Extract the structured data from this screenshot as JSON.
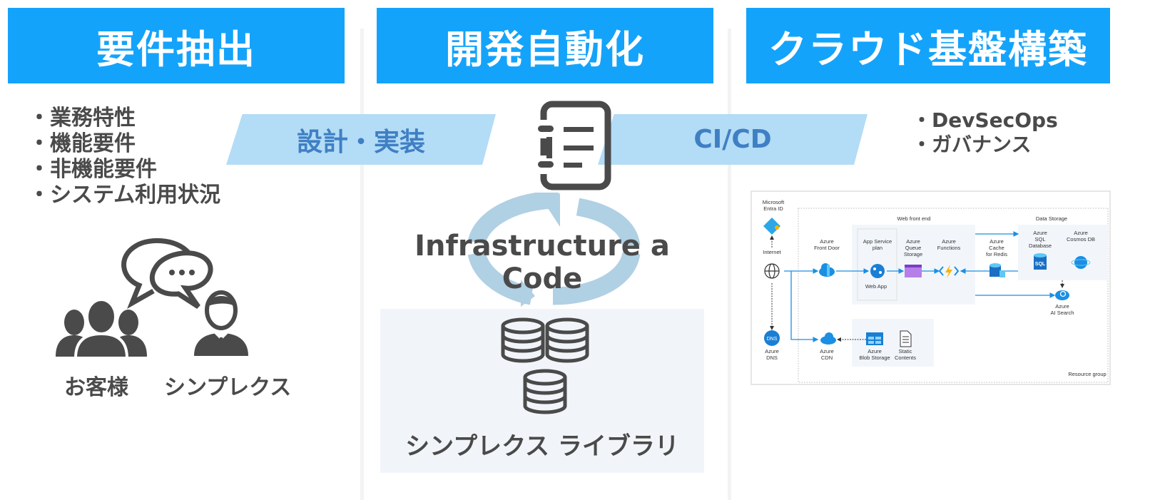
{
  "headers": [
    "要件抽出",
    "開発自動化",
    "クラウド基盤構築"
  ],
  "requirements": [
    "・業務特性",
    "・機能要件",
    "・非機能要件",
    "・システム利用状況"
  ],
  "banners": {
    "design": "設計・実装",
    "cicd": "CI/CD"
  },
  "people": {
    "customer": "お客様",
    "simplex": "シンプレクス"
  },
  "iac": "Infrastructure a Code",
  "library": "シンプレクス ライブラリ",
  "cloud_items": [
    "・DevSecOps",
    "・ガバナンス"
  ],
  "colors": {
    "header": "#14a3fb",
    "banner": "#b3dcf6",
    "banner_text": "#3f7fc4",
    "azure": "#1a8fe3"
  },
  "azure": {
    "entra": [
      "Microsoft",
      "Entra ID"
    ],
    "internet": "Internet",
    "dns": [
      "Azure",
      "DNS"
    ],
    "dns_icon": "DNS",
    "web_front_end": "Web front end",
    "front_door": [
      "Azure",
      "Front Door"
    ],
    "app_service": [
      "App Service",
      "plan"
    ],
    "web_app": "Web App",
    "queue": [
      "Azure",
      "Queue",
      "Storage"
    ],
    "functions": [
      "Azure",
      "Functions"
    ],
    "redis": [
      "Azure",
      "Cache",
      "for Redis"
    ],
    "data_storage": "Data Storage",
    "sql": [
      "Azure",
      "SQL",
      "Database"
    ],
    "sql_icon": "SQL",
    "cosmos": [
      "Azure",
      "Cosmos DB"
    ],
    "ai_search": [
      "Azure",
      "AI Search"
    ],
    "cdn": [
      "Azure",
      "CDN"
    ],
    "blob": [
      "Azure",
      "Blob Storage"
    ],
    "static": [
      "Static",
      "Contents"
    ],
    "resource_group": "Resource group"
  }
}
